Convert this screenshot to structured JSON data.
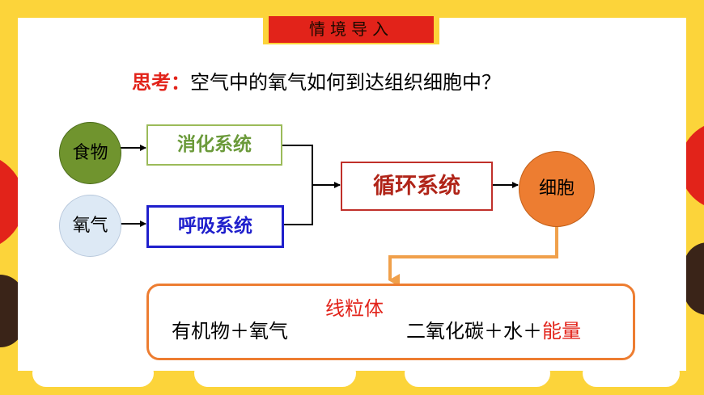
{
  "title": "情境导入",
  "question": {
    "label": "思考：",
    "text": "空气中的氧气如何到达组织细胞中？"
  },
  "nodes": {
    "food": "食物",
    "oxygen": "氧气",
    "digestive": "消化系统",
    "respiratory": "呼吸系统",
    "circulatory": "循环系统",
    "cell": "细胞"
  },
  "equation": {
    "left": "有机物＋氧气",
    "arrow_label": "线粒体",
    "right": "二氧化碳＋水＋",
    "energy": "能量"
  },
  "colors": {
    "frame": "#fcd43a",
    "title_bg": "#e2231a",
    "accent_red": "#e2231a",
    "green_node": "#70942e",
    "blue_node": "#dde9f5",
    "orange_node": "#ed7d31",
    "digestive_border": "#9bbb59",
    "respiratory_border": "#1f1fcc",
    "circulatory_border": "#c0302a"
  }
}
